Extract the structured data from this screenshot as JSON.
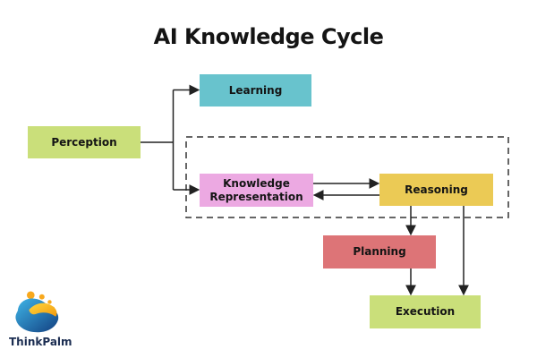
{
  "title": "AI Knowledge Cycle",
  "nodes": {
    "perception": {
      "label": "Perception",
      "color": "#cadf7a"
    },
    "learning": {
      "label": "Learning",
      "color": "#68c3cd"
    },
    "knowledge_representation": {
      "label": "Knowledge Representation",
      "color": "#eca9e2"
    },
    "reasoning": {
      "label": "Reasoning",
      "color": "#ebca55"
    },
    "planning": {
      "label": "Planning",
      "color": "#dd7477"
    },
    "execution": {
      "label": "Execution",
      "color": "#cadf7a"
    }
  },
  "edges": [
    {
      "from": "Perception",
      "to": "Learning"
    },
    {
      "from": "Perception",
      "to": "Knowledge Representation"
    },
    {
      "from": "Knowledge Representation",
      "to": "Reasoning"
    },
    {
      "from": "Reasoning",
      "to": "Knowledge Representation"
    },
    {
      "from": "Reasoning",
      "to": "Planning"
    },
    {
      "from": "Planning",
      "to": "Execution"
    },
    {
      "from": "Reasoning",
      "to": "Execution"
    }
  ],
  "group_outline": {
    "contains": [
      "Knowledge Representation",
      "Reasoning"
    ],
    "style": "dashed"
  },
  "colors": {
    "line": "#222222",
    "dash_border": "#333333",
    "text": "#141414",
    "background": "#ffffff"
  },
  "logo": {
    "brand": "ThinkPalm",
    "colors": {
      "wordmark": "#1c2e52",
      "blue_light": "#3fb6e8",
      "blue_dark": "#123f80",
      "yellow": "#f8a81c",
      "yellow_light": "#ffd63c",
      "yellow_dark": "#f29a0e"
    }
  }
}
